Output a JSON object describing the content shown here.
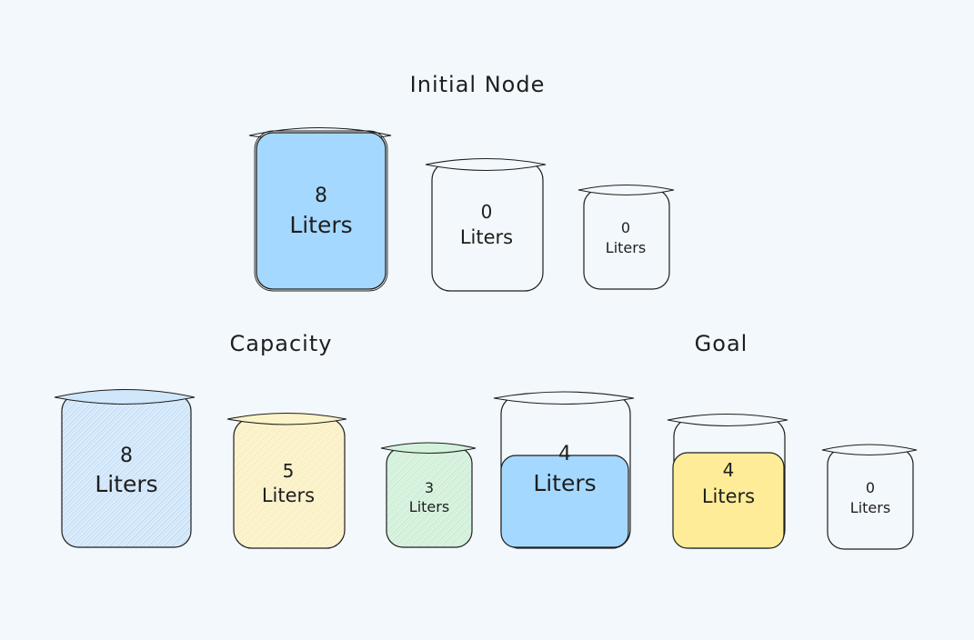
{
  "sections": {
    "initial_title": "Initial Node",
    "capacity_title": "Capacity",
    "goal_title": "Goal"
  },
  "unit": "Liters",
  "colors": {
    "background": "#f3f8fc",
    "stroke": "#1e1e1e",
    "water_blue": "#a5d8ff",
    "sketch_blue": "#cfe6fb",
    "sketch_yellow": "#fcf3c9",
    "sketch_green": "#d3f2dc",
    "water_yellow": "#ffec99"
  },
  "initial_node": [
    {
      "value": "8",
      "unit": "Liters",
      "fill": "water_blue",
      "fill_level": 1.0
    },
    {
      "value": "0",
      "unit": "Liters",
      "fill": "none",
      "fill_level": 0
    },
    {
      "value": "0",
      "unit": "Liters",
      "fill": "none",
      "fill_level": 0
    }
  ],
  "capacity": [
    {
      "value": "8",
      "unit": "Liters",
      "fill": "sketch_blue",
      "fill_level": 1.0
    },
    {
      "value": "5",
      "unit": "Liters",
      "fill": "sketch_yellow",
      "fill_level": 1.0
    },
    {
      "value": "3",
      "unit": "Liters",
      "fill": "sketch_green",
      "fill_level": 1.0
    }
  ],
  "goal": [
    {
      "value": "4",
      "unit": "Liters",
      "fill": "water_blue",
      "fill_level": 0.6
    },
    {
      "value": "4",
      "unit": "Liters",
      "fill": "water_yellow",
      "fill_level": 0.8
    },
    {
      "value": "0",
      "unit": "Liters",
      "fill": "none",
      "fill_level": 0
    }
  ]
}
